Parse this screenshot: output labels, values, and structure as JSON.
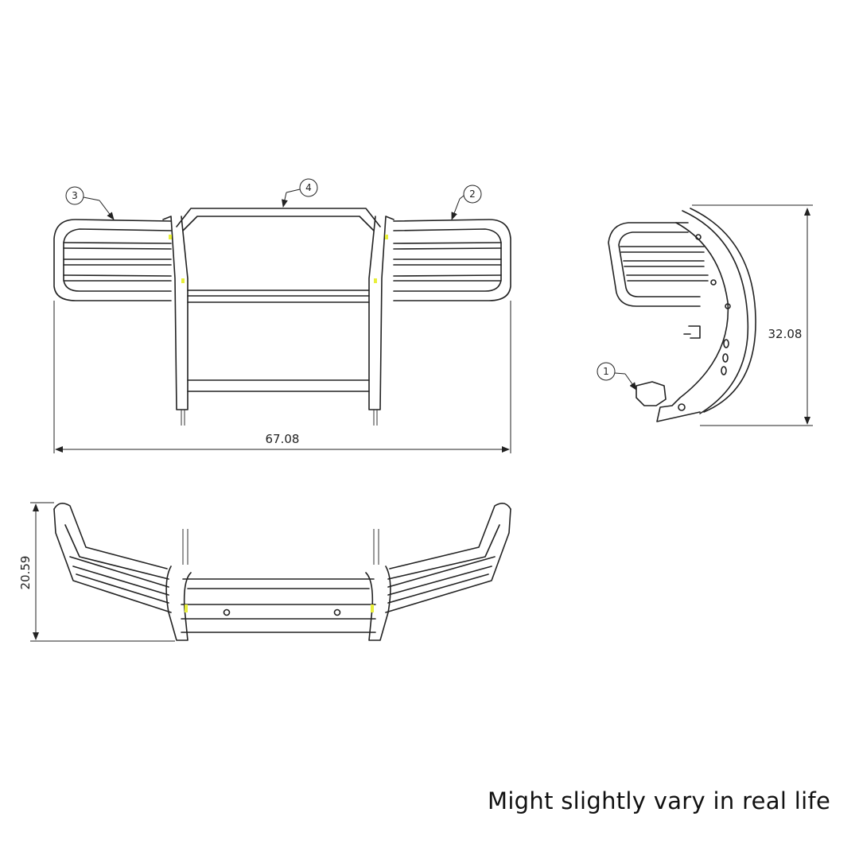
{
  "dimensions": {
    "width": "67.08",
    "height_side": "32.08",
    "depth_top": "20.59"
  },
  "balloons": {
    "b1": "1",
    "b2": "2",
    "b3": "3",
    "b4": "4"
  },
  "note": "Might slightly vary in real life",
  "colors": {
    "line": "#222222",
    "highlight": "#e8ef3a",
    "background": "#ffffff"
  }
}
